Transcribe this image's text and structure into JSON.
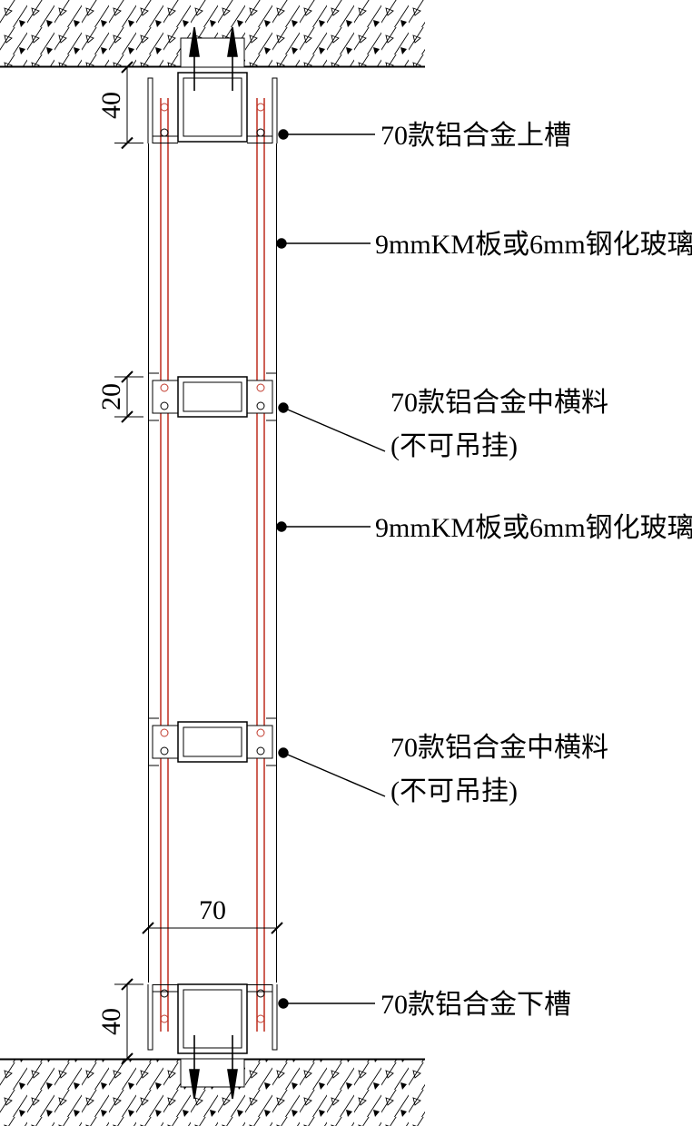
{
  "drawing": {
    "dimensions": {
      "top_channel_height": "40",
      "mid_rail_height": "20",
      "frame_width": "70",
      "bottom_channel_height": "40"
    },
    "labels": {
      "top_channel": "70款铝合金上槽",
      "panel_upper": "9mmKM板或6mm钢化玻璃",
      "mid_rail_upper_line1": "70款铝合金中横料",
      "mid_rail_upper_line2": "(不可吊挂)",
      "panel_lower": "9mmKM板或6mm钢化玻璃",
      "mid_rail_lower_line1": "70款铝合金中横料",
      "mid_rail_lower_line2": "(不可吊挂)",
      "bottom_channel": "70款铝合金下槽"
    },
    "colors": {
      "panel_line": "#c1392b",
      "line": "#000000",
      "background": "#ffffff"
    }
  }
}
